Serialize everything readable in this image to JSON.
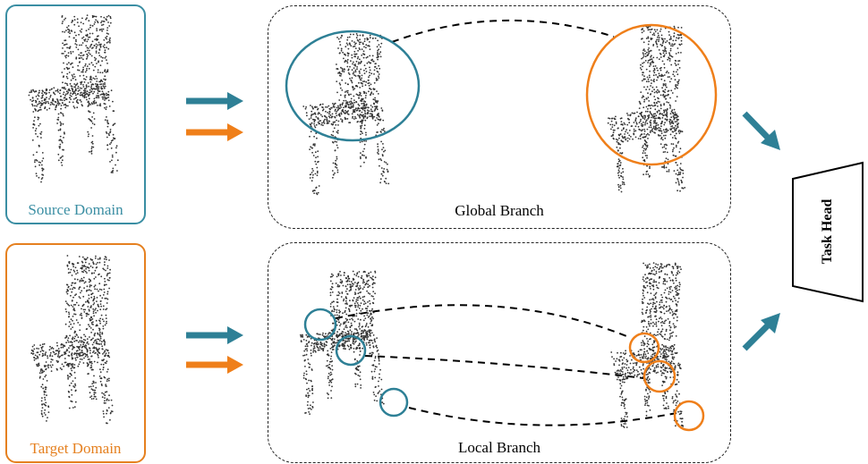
{
  "panels": {
    "source": {
      "label": "Source Domain",
      "color": "#3a8ea3"
    },
    "target": {
      "label": "Target Domain",
      "color": "#e5801f"
    }
  },
  "branches": {
    "global": {
      "label": "Global Branch"
    },
    "local": {
      "label": "Local Branch"
    }
  },
  "head": {
    "label": "Task Head"
  },
  "colors": {
    "teal": "#2e8096",
    "orange": "#ef7f1a",
    "dots": "#333333"
  },
  "icons": [
    "arrow-right-icon",
    "arrow-down-right-icon",
    "arrow-up-right-icon",
    "chair-point-cloud-icon"
  ]
}
